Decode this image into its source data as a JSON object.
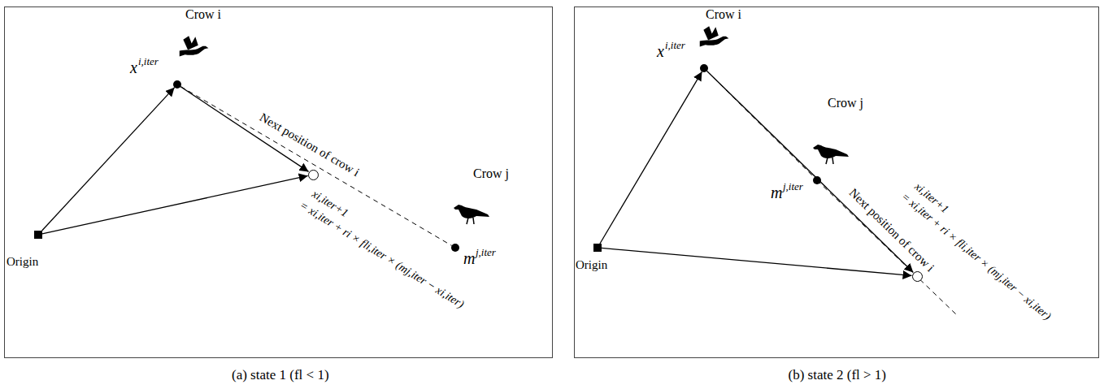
{
  "diagram": {
    "nodes": [
      {
        "text": [
          "Origin"
        ]
      },
      {
        "text": [
          "x",
          "i,iter"
        ]
      },
      {
        "text": [
          "Next position of crow i"
        ]
      },
      {
        "text": [
          "m",
          "j,iter"
        ]
      },
      {
        "text": [
          "Origin"
        ]
      },
      {
        "text": [
          "x",
          "i,iter"
        ]
      },
      {
        "text": [
          "Next position of crow i"
        ]
      },
      {
        "text": [
          "m",
          "j,iter"
        ]
      }
    ],
    "edges": [
      {
        "from": 0,
        "to": 1,
        "arrow": "to"
      },
      {
        "from": 1,
        "to": 2,
        "arrow": "to"
      },
      {
        "from": 0,
        "to": 2,
        "arrow": "to"
      },
      {
        "from": 1,
        "to": 3,
        "arrow": "none"
      },
      {
        "from": 4,
        "to": 5,
        "arrow": "to"
      },
      {
        "from": 5,
        "to": 6,
        "arrow": "to"
      },
      {
        "from": 4,
        "to": 6,
        "arrow": "to"
      },
      {
        "from": 5,
        "to": 7,
        "arrow": "none"
      }
    ],
    "labels": [
      "Crow i",
      "Crow j",
      "xi,iter+1",
      "= xi,iter + ri × fli,iter × (mj,iter − xi,iter)",
      "Crow i",
      "Crow j",
      "xi,iter+1",
      "= xi,iter + ri × fli,iter × (mj,iter − xi,iter)",
      "(a) state 1 (fl < 1)",
      "(b) state 2 (fl > 1)"
    ]
  }
}
